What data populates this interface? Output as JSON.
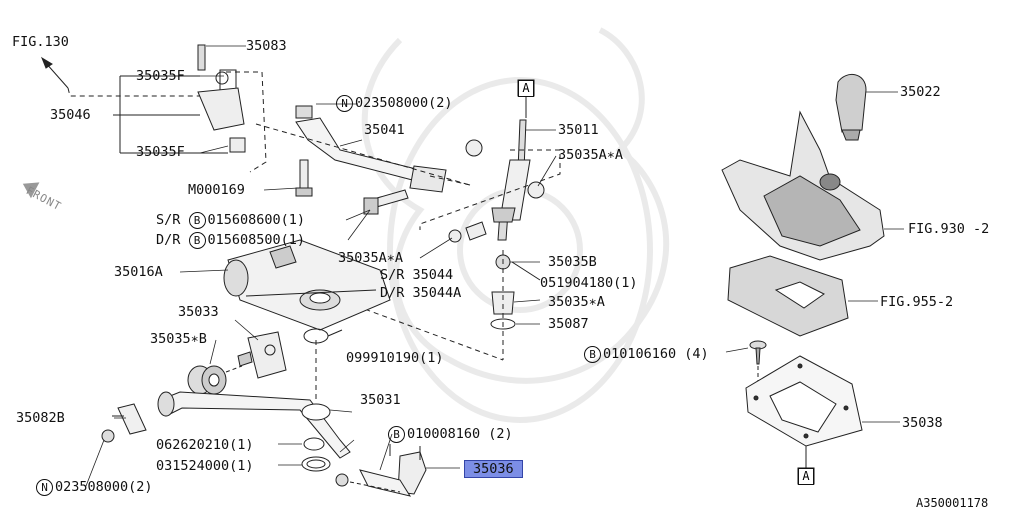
{
  "figure": {
    "ref": "FIG.130",
    "code": "A350001178",
    "front": "FRONT"
  },
  "labels": {
    "p35083": "35083",
    "p35035F_top": "35035F",
    "p35046": "35046",
    "p35035F_bot": "35035F",
    "m000169": "M000169",
    "sr_bolt_prefix": "S/R",
    "sr_bolt_num": "015608600(1)",
    "dr_bolt_prefix": "D/R",
    "dr_bolt_num": "015608500(1)",
    "p35016A": "35016A",
    "p35033": "35033",
    "p35035B_star": "35035∗B",
    "p35082B": "35082B",
    "n_023508000_top": "023508000(2)",
    "p35041": "35041",
    "p35011": "35011",
    "p35035AA_right": "35035A∗A",
    "p35035AA_left": "35035A∗A",
    "sr_35044": "S/R 35044",
    "dr_35044A": "D/R 35044A",
    "p35035B": "35035B",
    "p051904180": "051904180(1)",
    "p35035A_star": "35035∗A",
    "p35087": "35087",
    "p099910190": "099910190(1)",
    "p35031": "35031",
    "b_010008160": "010008160 (2)",
    "p062620210": "062620210(1)",
    "p031524000": "031524000(1)",
    "n_023508000_bot": "023508000(2)",
    "p35036": "35036",
    "p35022": "35022",
    "fig930": "FIG.930 -2",
    "fig955": "FIG.955-2",
    "b_010106160": "010106160 (4)",
    "p35038": "35038",
    "box_a": "A",
    "circle_b": "B",
    "circle_n": "N"
  }
}
